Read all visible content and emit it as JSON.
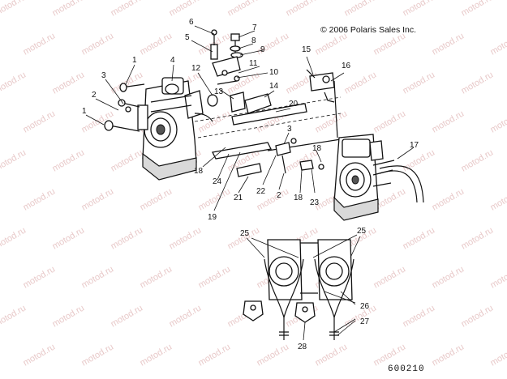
{
  "copyright": "© 2006 Polaris Sales Inc.",
  "diagram_code": "600210",
  "watermark_text": "motod.ru",
  "callouts": [
    "1",
    "1",
    "2",
    "2",
    "3",
    "3",
    "4",
    "5",
    "6",
    "7",
    "8",
    "9",
    "10",
    "11",
    "12",
    "13",
    "14",
    "15",
    "16",
    "17",
    "18",
    "18",
    "18",
    "19",
    "20",
    "21",
    "22",
    "23",
    "24",
    "25",
    "25",
    "26",
    "27",
    "28"
  ]
}
